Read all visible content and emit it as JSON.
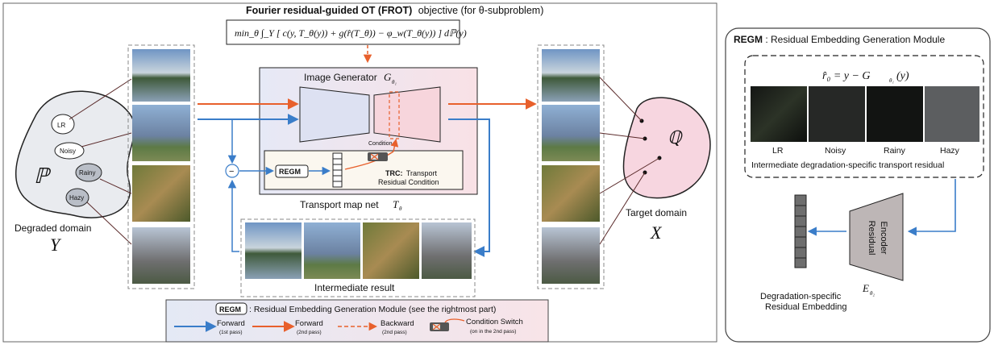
{
  "header": {
    "title_bold": "Fourier residual-guided OT (FROT)",
    "title_rest": "objective (for θ-subproblem)",
    "formula": "min_θ ∫_Y [ c(y, T_θ(y)) + g(r̂(T_θ)) − φ_w(T_θ(y)) ] dℙ(y)"
  },
  "degraded_domain": {
    "symbol": "ℙ",
    "label": "Degraded domain",
    "var": "Y",
    "blobs": [
      "LR",
      "Noisy",
      "Rainy",
      "Hazy"
    ]
  },
  "generator": {
    "title": "Image Generator",
    "title_sym": "G",
    "title_sub": "θ₁",
    "condition_label": "Condition",
    "regm_label": "REGM",
    "trc_bold": "TRC:",
    "trc_line1": "Transport",
    "trc_line2": "Residual Condition",
    "transport_label": "Transport map net",
    "transport_sym": "T",
    "transport_sub": "θ",
    "minus": "−"
  },
  "intermediate": {
    "label": "Intermediate result"
  },
  "target_domain": {
    "symbol": "ℚ",
    "label": "Target domain",
    "var": "X"
  },
  "regm_panel": {
    "title_bold": "REGM",
    "title_rest": ": Residual Embedding Generation Module",
    "formula_lhs": "r̂₀ = y − G",
    "formula_sub": "θ₁",
    "formula_rhs": "(y)",
    "residual_labels": [
      "LR",
      "Noisy",
      "Rainy",
      "Hazy"
    ],
    "caption": "Intermediate degradation-specific transport residual",
    "encoder_line1": "Residual",
    "encoder_line2": "Encoder",
    "encoder_sym": "E",
    "encoder_sub": "θ₂",
    "embedding_line1": "Degradation-specific",
    "embedding_line2": "Residual Embedding"
  },
  "legend": {
    "regm_box": "REGM",
    "regm_text": ": Residual Embedding Generation Module (see the rightmost part)",
    "forward1": "Forward",
    "forward1_sub": "(1st pass)",
    "forward2": "Forward",
    "forward2_sub": "(2nd pass)",
    "backward": "Backward",
    "backward_sub": "(2nd pass)",
    "switch": "Condition Switch",
    "switch_sub": "(on in the 2nd pass)"
  },
  "colors": {
    "blue": "#3a7dc9",
    "orange": "#e8602c",
    "encoder_gray": "#bdb6b6",
    "generator_left": "#dde1f2",
    "generator_right": "#f7d5dc"
  }
}
